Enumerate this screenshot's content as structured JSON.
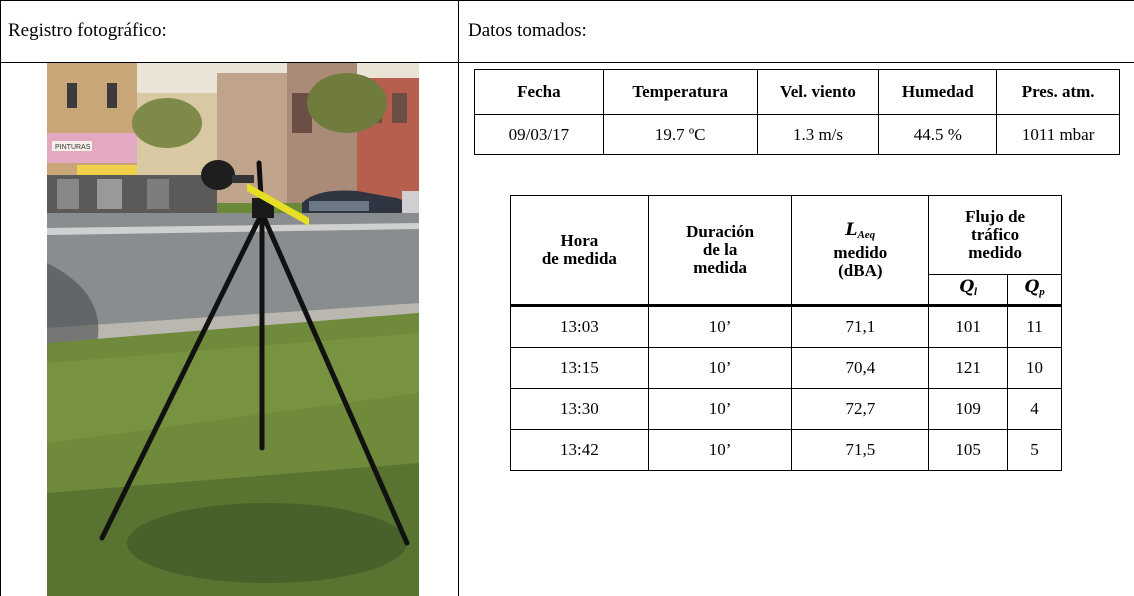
{
  "headers": {
    "left": "Registro fotográfico:",
    "right": "Datos tomados:"
  },
  "weather": {
    "columns": [
      "Fecha",
      "Temperatura",
      "Vel. viento",
      "Humedad",
      "Pres. atm."
    ],
    "row": [
      "09/03/17",
      "19.7 ºC",
      "1.3 m/s",
      "44.5 %",
      "1011 mbar"
    ]
  },
  "traffic": {
    "col_hora": [
      "Hora",
      "de medida"
    ],
    "col_duracion": [
      "Duración",
      "de la",
      "medida"
    ],
    "col_laeq": {
      "symbol": "L",
      "subscript": "Aeq",
      "lines": [
        "medido",
        "(dBA)"
      ]
    },
    "col_flujo": [
      "Flujo de",
      "tráfico",
      "medido"
    ],
    "q_light": {
      "symbol": "Q",
      "subscript": "l"
    },
    "q_heavy": {
      "symbol": "Q",
      "subscript": "p"
    },
    "rows": [
      [
        "13:03",
        "10’",
        "71,1",
        "101",
        "11"
      ],
      [
        "13:15",
        "10’",
        "70,4",
        "121",
        "10"
      ],
      [
        "13:30",
        "10’",
        "72,7",
        "109",
        "4"
      ],
      [
        "13:42",
        "10’",
        "71,5",
        "105",
        "5"
      ]
    ]
  },
  "photo": {
    "sign_text": "PINTURAS",
    "colors": {
      "sky": "#e9e4d6",
      "grass": "#6f8a3b",
      "asphalt": "#8a8d90",
      "building": "#c9b48e"
    }
  }
}
